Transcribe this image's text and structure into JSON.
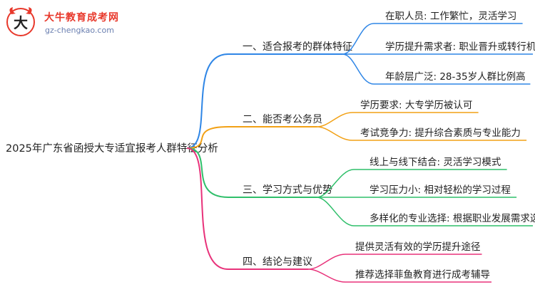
{
  "header": {
    "site_name": "大牛教育成考网",
    "site_url": "gz-chengkao.com"
  },
  "mindmap": {
    "root": "2025年广东省函授大专适宜报考人群特征分析",
    "branches": [
      {
        "label": "一、适合报考的群体特征",
        "color": "#2f86e6",
        "children": [
          "在职人员: 工作繁忙，灵活学习",
          "学历提升需求者: 职业晋升或转行机会",
          "年龄层广泛: 28-35岁人群比例高"
        ]
      },
      {
        "label": "二、能否考公务员",
        "color": "#f2a115",
        "children": [
          "学历要求: 大专学历被认可",
          "考试竞争力: 提升综合素质与专业能力"
        ]
      },
      {
        "label": "三、学习方式与优势",
        "color": "#2fbf6a",
        "children": [
          "线上与线下结合: 灵活学习模式",
          "学习压力小: 相对轻松的学习过程",
          "多样化的专业选择: 根据职业发展需求选择"
        ]
      },
      {
        "label": "四、结论与建议",
        "color": "#e8327a",
        "children": [
          "提供灵活有效的学历提升途径",
          "推荐选择菲鱼教育进行成考辅导"
        ]
      }
    ]
  }
}
